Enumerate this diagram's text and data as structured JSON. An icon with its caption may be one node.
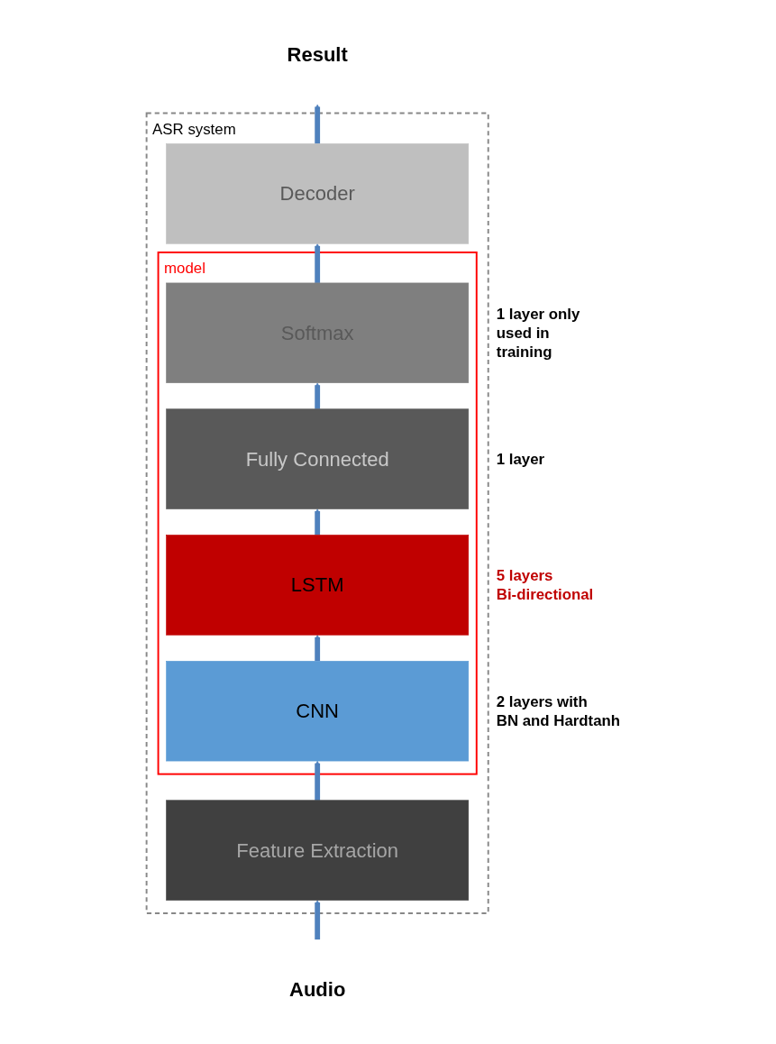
{
  "diagram": {
    "nodes": [
      {
        "text": [
          "ASR system"
        ]
      },
      {
        "text": [
          "Decoder"
        ],
        "in": 0
      },
      {
        "text": [
          "model"
        ],
        "in": 0
      },
      {
        "text": [
          "Softmax"
        ],
        "in": 2,
        "beside": [
          "1 layer only used in training"
        ]
      },
      {
        "text": [
          "Fully  Connected"
        ],
        "in": 2,
        "beside": [
          "1 layer"
        ]
      },
      {
        "text": [
          "LSTM"
        ],
        "in": 2,
        "beside": [
          "5 layers Bi-directional"
        ]
      },
      {
        "text": [
          "CNN"
        ],
        "in": 2,
        "beside": [
          "2 layers with BN and Hardtanh"
        ]
      },
      {
        "text": [
          "Feature Extraction"
        ],
        "in": 0
      },
      {
        "text": [
          "Result"
        ]
      },
      {
        "text": [
          "Audio"
        ]
      }
    ],
    "edges": [
      {
        "from": 9,
        "to": 7,
        "arrow": "to"
      },
      {
        "from": 7,
        "to": 6,
        "arrow": "to"
      },
      {
        "from": 6,
        "to": 5,
        "arrow": "to"
      },
      {
        "from": 5,
        "to": 4,
        "arrow": "to"
      },
      {
        "from": 4,
        "to": 3,
        "arrow": "to"
      },
      {
        "from": 3,
        "to": 1,
        "arrow": "to"
      },
      {
        "from": 1,
        "to": 8,
        "arrow": "to"
      }
    ]
  }
}
